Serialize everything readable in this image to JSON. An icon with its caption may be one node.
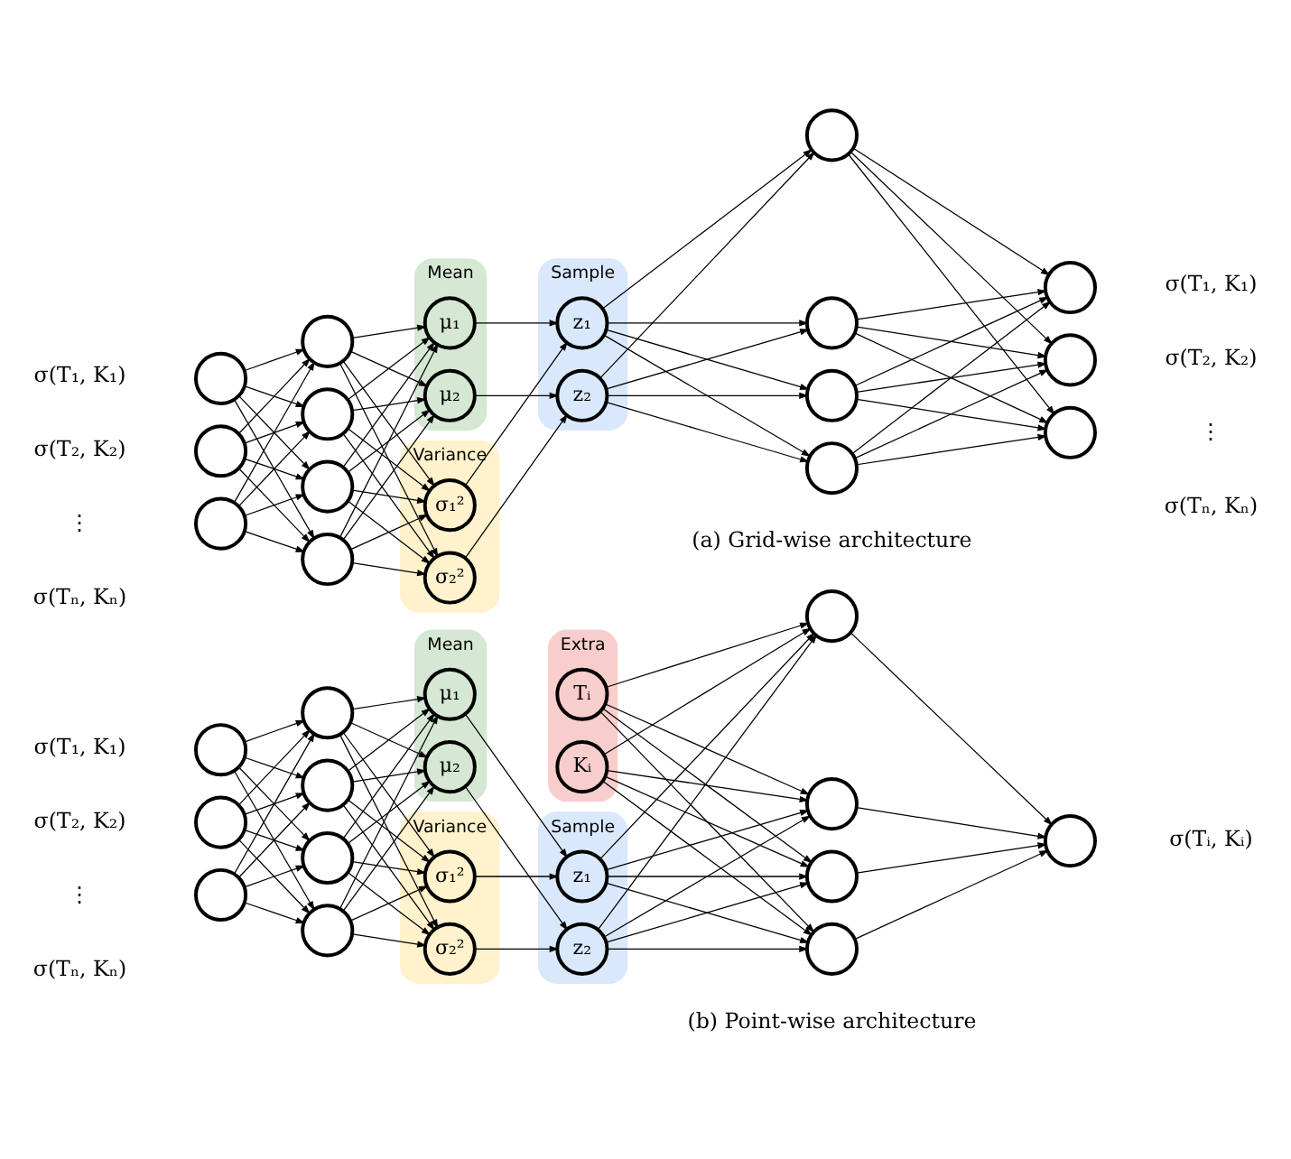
{
  "diagram": {
    "nodes": [
      {
        "text": [],
        "shape": "circle",
        "beside": [
          "σ(T₁, K₁)"
        ]
      },
      {
        "text": [],
        "shape": "circle",
        "beside": [
          "σ(T₂, K₂)"
        ]
      },
      {
        "text": [],
        "shape": "circle",
        "beside": [
          "σ(Tₙ, Kₙ)"
        ]
      },
      {
        "text": [],
        "shape": "circle"
      },
      {
        "text": [],
        "shape": "circle"
      },
      {
        "text": [],
        "shape": "circle"
      },
      {
        "text": [],
        "shape": "circle"
      },
      {
        "text": [
          "Mean"
        ]
      },
      {
        "text": [
          "μ₁"
        ],
        "in": 7
      },
      {
        "text": [
          "μ₂"
        ],
        "in": 7
      },
      {
        "text": [
          "Variance"
        ]
      },
      {
        "text": [
          "σ₁²"
        ],
        "in": 10
      },
      {
        "text": [
          "σ₂²"
        ],
        "in": 10
      },
      {
        "text": [
          "Sample"
        ]
      },
      {
        "text": [
          "z₁"
        ],
        "in": 13
      },
      {
        "text": [
          "z₂"
        ],
        "in": 13
      },
      {
        "text": [],
        "shape": "circle"
      },
      {
        "text": [],
        "shape": "circle"
      },
      {
        "text": [],
        "shape": "circle"
      },
      {
        "text": [],
        "shape": "circle"
      },
      {
        "text": [],
        "shape": "circle",
        "beside": [
          "σ(T₁, K₁)"
        ]
      },
      {
        "text": [],
        "shape": "circle",
        "beside": [
          "σ(T₂, K₂)"
        ]
      },
      {
        "text": [],
        "shape": "circle",
        "beside": [
          "σ(Tₙ, Kₙ)"
        ]
      },
      {
        "text": [],
        "shape": "circle",
        "beside": [
          "σ(T₁, K₁)"
        ]
      },
      {
        "text": [],
        "shape": "circle",
        "beside": [
          "σ(T₂, K₂)"
        ]
      },
      {
        "text": [],
        "shape": "circle",
        "beside": [
          "σ(Tₙ, Kₙ)"
        ]
      },
      {
        "text": [],
        "shape": "circle"
      },
      {
        "text": [],
        "shape": "circle"
      },
      {
        "text": [],
        "shape": "circle"
      },
      {
        "text": [],
        "shape": "circle"
      },
      {
        "text": [
          "Mean"
        ]
      },
      {
        "text": [
          "μ₁"
        ],
        "in": 30
      },
      {
        "text": [
          "μ₂"
        ],
        "in": 30
      },
      {
        "text": [
          "Variance"
        ]
      },
      {
        "text": [
          "σ₁²"
        ],
        "in": 33
      },
      {
        "text": [
          "σ₂²"
        ],
        "in": 33
      },
      {
        "text": [
          "Sample"
        ]
      },
      {
        "text": [
          "z₁"
        ],
        "in": 36
      },
      {
        "text": [
          "z₂"
        ],
        "in": 36
      },
      {
        "text": [
          "Extra"
        ]
      },
      {
        "text": [
          "Tᵢ"
        ],
        "in": 39
      },
      {
        "text": [
          "Kᵢ"
        ],
        "in": 39
      },
      {
        "text": [],
        "shape": "circle"
      },
      {
        "text": [],
        "shape": "circle"
      },
      {
        "text": [],
        "shape": "circle"
      },
      {
        "text": [],
        "shape": "circle"
      },
      {
        "text": [],
        "shape": "circle",
        "beside": [
          "σ(Tᵢ, Kᵢ)"
        ]
      }
    ],
    "edges": [
      {
        "from": 0,
        "to": 3,
        "arrow": "to"
      },
      {
        "from": 0,
        "to": 4,
        "arrow": "to"
      },
      {
        "from": 0,
        "to": 5,
        "arrow": "to"
      },
      {
        "from": 0,
        "to": 6,
        "arrow": "to"
      },
      {
        "from": 1,
        "to": 3,
        "arrow": "to"
      },
      {
        "from": 1,
        "to": 4,
        "arrow": "to"
      },
      {
        "from": 1,
        "to": 5,
        "arrow": "to"
      },
      {
        "from": 1,
        "to": 6,
        "arrow": "to"
      },
      {
        "from": 2,
        "to": 3,
        "arrow": "to"
      },
      {
        "from": 2,
        "to": 4,
        "arrow": "to"
      },
      {
        "from": 2,
        "to": 5,
        "arrow": "to"
      },
      {
        "from": 2,
        "to": 6,
        "arrow": "to"
      },
      {
        "from": 3,
        "to": 8,
        "arrow": "to"
      },
      {
        "from": 3,
        "to": 9,
        "arrow": "to"
      },
      {
        "from": 3,
        "to": 11,
        "arrow": "to"
      },
      {
        "from": 3,
        "to": 12,
        "arrow": "to"
      },
      {
        "from": 4,
        "to": 8,
        "arrow": "to"
      },
      {
        "from": 4,
        "to": 9,
        "arrow": "to"
      },
      {
        "from": 4,
        "to": 11,
        "arrow": "to"
      },
      {
        "from": 4,
        "to": 12,
        "arrow": "to"
      },
      {
        "from": 5,
        "to": 8,
        "arrow": "to"
      },
      {
        "from": 5,
        "to": 9,
        "arrow": "to"
      },
      {
        "from": 5,
        "to": 11,
        "arrow": "to"
      },
      {
        "from": 5,
        "to": 12,
        "arrow": "to"
      },
      {
        "from": 6,
        "to": 8,
        "arrow": "to"
      },
      {
        "from": 6,
        "to": 9,
        "arrow": "to"
      },
      {
        "from": 6,
        "to": 11,
        "arrow": "to"
      },
      {
        "from": 6,
        "to": 12,
        "arrow": "to"
      },
      {
        "from": 8,
        "to": 14,
        "arrow": "to"
      },
      {
        "from": 9,
        "to": 15,
        "arrow": "to"
      },
      {
        "from": 11,
        "to": 14,
        "arrow": "to"
      },
      {
        "from": 12,
        "to": 15,
        "arrow": "to"
      },
      {
        "from": 14,
        "to": 16,
        "arrow": "to"
      },
      {
        "from": 14,
        "to": 17,
        "arrow": "to"
      },
      {
        "from": 14,
        "to": 18,
        "arrow": "to"
      },
      {
        "from": 14,
        "to": 19,
        "arrow": "to"
      },
      {
        "from": 15,
        "to": 16,
        "arrow": "to"
      },
      {
        "from": 15,
        "to": 17,
        "arrow": "to"
      },
      {
        "from": 15,
        "to": 18,
        "arrow": "to"
      },
      {
        "from": 15,
        "to": 19,
        "arrow": "to"
      },
      {
        "from": 16,
        "to": 20,
        "arrow": "to"
      },
      {
        "from": 16,
        "to": 21,
        "arrow": "to"
      },
      {
        "from": 16,
        "to": 22,
        "arrow": "to"
      },
      {
        "from": 17,
        "to": 20,
        "arrow": "to"
      },
      {
        "from": 17,
        "to": 21,
        "arrow": "to"
      },
      {
        "from": 17,
        "to": 22,
        "arrow": "to"
      },
      {
        "from": 18,
        "to": 20,
        "arrow": "to"
      },
      {
        "from": 18,
        "to": 21,
        "arrow": "to"
      },
      {
        "from": 18,
        "to": 22,
        "arrow": "to"
      },
      {
        "from": 19,
        "to": 20,
        "arrow": "to"
      },
      {
        "from": 19,
        "to": 21,
        "arrow": "to"
      },
      {
        "from": 19,
        "to": 22,
        "arrow": "to"
      },
      {
        "from": 23,
        "to": 26,
        "arrow": "to"
      },
      {
        "from": 23,
        "to": 27,
        "arrow": "to"
      },
      {
        "from": 23,
        "to": 28,
        "arrow": "to"
      },
      {
        "from": 23,
        "to": 29,
        "arrow": "to"
      },
      {
        "from": 24,
        "to": 26,
        "arrow": "to"
      },
      {
        "from": 24,
        "to": 27,
        "arrow": "to"
      },
      {
        "from": 24,
        "to": 28,
        "arrow": "to"
      },
      {
        "from": 24,
        "to": 29,
        "arrow": "to"
      },
      {
        "from": 25,
        "to": 26,
        "arrow": "to"
      },
      {
        "from": 25,
        "to": 27,
        "arrow": "to"
      },
      {
        "from": 25,
        "to": 28,
        "arrow": "to"
      },
      {
        "from": 25,
        "to": 29,
        "arrow": "to"
      },
      {
        "from": 26,
        "to": 31,
        "arrow": "to"
      },
      {
        "from": 26,
        "to": 32,
        "arrow": "to"
      },
      {
        "from": 26,
        "to": 34,
        "arrow": "to"
      },
      {
        "from": 26,
        "to": 35,
        "arrow": "to"
      },
      {
        "from": 27,
        "to": 31,
        "arrow": "to"
      },
      {
        "from": 27,
        "to": 32,
        "arrow": "to"
      },
      {
        "from": 27,
        "to": 34,
        "arrow": "to"
      },
      {
        "from": 27,
        "to": 35,
        "arrow": "to"
      },
      {
        "from": 28,
        "to": 31,
        "arrow": "to"
      },
      {
        "from": 28,
        "to": 32,
        "arrow": "to"
      },
      {
        "from": 28,
        "to": 34,
        "arrow": "to"
      },
      {
        "from": 28,
        "to": 35,
        "arrow": "to"
      },
      {
        "from": 29,
        "to": 31,
        "arrow": "to"
      },
      {
        "from": 29,
        "to": 32,
        "arrow": "to"
      },
      {
        "from": 29,
        "to": 34,
        "arrow": "to"
      },
      {
        "from": 29,
        "to": 35,
        "arrow": "to"
      },
      {
        "from": 31,
        "to": 37,
        "arrow": "to"
      },
      {
        "from": 32,
        "to": 38,
        "arrow": "to"
      },
      {
        "from": 34,
        "to": 37,
        "arrow": "to"
      },
      {
        "from": 35,
        "to": 38,
        "arrow": "to"
      },
      {
        "from": 37,
        "to": 42,
        "arrow": "to"
      },
      {
        "from": 37,
        "to": 43,
        "arrow": "to"
      },
      {
        "from": 37,
        "to": 44,
        "arrow": "to"
      },
      {
        "from": 37,
        "to": 45,
        "arrow": "to"
      },
      {
        "from": 38,
        "to": 42,
        "arrow": "to"
      },
      {
        "from": 38,
        "to": 43,
        "arrow": "to"
      },
      {
        "from": 38,
        "to": 44,
        "arrow": "to"
      },
      {
        "from": 38,
        "to": 45,
        "arrow": "to"
      },
      {
        "from": 40,
        "to": 42,
        "arrow": "to"
      },
      {
        "from": 40,
        "to": 43,
        "arrow": "to"
      },
      {
        "from": 40,
        "to": 44,
        "arrow": "to"
      },
      {
        "from": 40,
        "to": 45,
        "arrow": "to"
      },
      {
        "from": 41,
        "to": 42,
        "arrow": "to"
      },
      {
        "from": 41,
        "to": 43,
        "arrow": "to"
      },
      {
        "from": 41,
        "to": 44,
        "arrow": "to"
      },
      {
        "from": 41,
        "to": 45,
        "arrow": "to"
      },
      {
        "from": 42,
        "to": 46,
        "arrow": "to"
      },
      {
        "from": 43,
        "to": 46,
        "arrow": "to"
      },
      {
        "from": 44,
        "to": 46,
        "arrow": "to"
      },
      {
        "from": 45,
        "to": 46,
        "arrow": "to"
      }
    ],
    "labels": [
      "⋮",
      "⋮",
      "(a) Grid-wise architecture",
      "⋮",
      "(b) Point-wise architecture"
    ]
  }
}
